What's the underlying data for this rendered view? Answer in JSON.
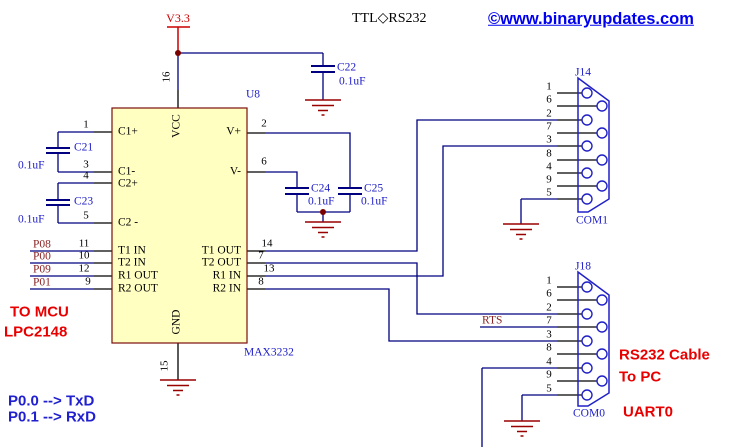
{
  "header": {
    "title_note": "TTL◇RS232",
    "copyright": "©www.binaryupdates.com"
  },
  "power_rail": "V3.3",
  "ic": {
    "designator": "U8",
    "part": "MAX3232",
    "left_pins": [
      {
        "num": "1",
        "name": "C1+"
      },
      {
        "num": "3",
        "name": "C1-"
      },
      {
        "num": "4",
        "name": "C2+"
      },
      {
        "num": "5",
        "name": "C2 -"
      },
      {
        "num": "11",
        "name": "T1 IN"
      },
      {
        "num": "10",
        "name": "T2 IN"
      },
      {
        "num": "12",
        "name": "R1 OUT"
      },
      {
        "num": "9",
        "name": "R2 OUT"
      }
    ],
    "right_pins": [
      {
        "num": "2",
        "name": "V+"
      },
      {
        "num": "6",
        "name": "V-"
      },
      {
        "num": "14",
        "name": "T1 OUT"
      },
      {
        "num": "7",
        "name": "T2 OUT"
      },
      {
        "num": "13",
        "name": "R1 IN"
      },
      {
        "num": "8",
        "name": "R2 IN"
      }
    ],
    "top_pin": {
      "num": "16",
      "name": "VCC"
    },
    "bottom_pin": {
      "num": "15",
      "name": "GND"
    }
  },
  "capacitors": [
    {
      "ref": "C21",
      "value": "0.1uF"
    },
    {
      "ref": "C22",
      "value": "0.1uF"
    },
    {
      "ref": "C23",
      "value": "0.1uF"
    },
    {
      "ref": "C24",
      "value": "0.1uF"
    },
    {
      "ref": "C25",
      "value": "0.1uF"
    }
  ],
  "net_labels": {
    "t1in": "P08",
    "t2in": "P00",
    "r1out": "P09",
    "r2out": "P01",
    "rts": "RTS"
  },
  "connectors": [
    {
      "designator": "J14",
      "port": "COM1",
      "pin_order": [
        "1",
        "6",
        "2",
        "7",
        "3",
        "8",
        "4",
        "9",
        "5"
      ]
    },
    {
      "designator": "J18",
      "port": "COM0",
      "pin_order": [
        "1",
        "6",
        "2",
        "7",
        "3",
        "8",
        "4",
        "9",
        "5"
      ]
    }
  ],
  "annotations": {
    "mcu_line1": "TO MCU",
    "mcu_line2": "LPC2148",
    "txd_map": "P0.0 --> TxD",
    "rxd_map": "P0.1 --> RxD",
    "cable_line1": "RS232 Cable",
    "cable_line2": "To PC",
    "uart": "UART0"
  },
  "colors": {
    "wire": "#000080",
    "symbol_red": "#990000",
    "power_red": "#CC0000",
    "junction": "#7A0000",
    "ic_fill": "#FFFFC2",
    "ic_border": "#7B0D0D",
    "connector_blue": "#2121C8",
    "designator_blue": "#1C1CC8",
    "net_label": "#8B2323",
    "annotation_red": "#E80000",
    "annotation_blue": "#2020D0",
    "link_blue": "#0000F0"
  }
}
